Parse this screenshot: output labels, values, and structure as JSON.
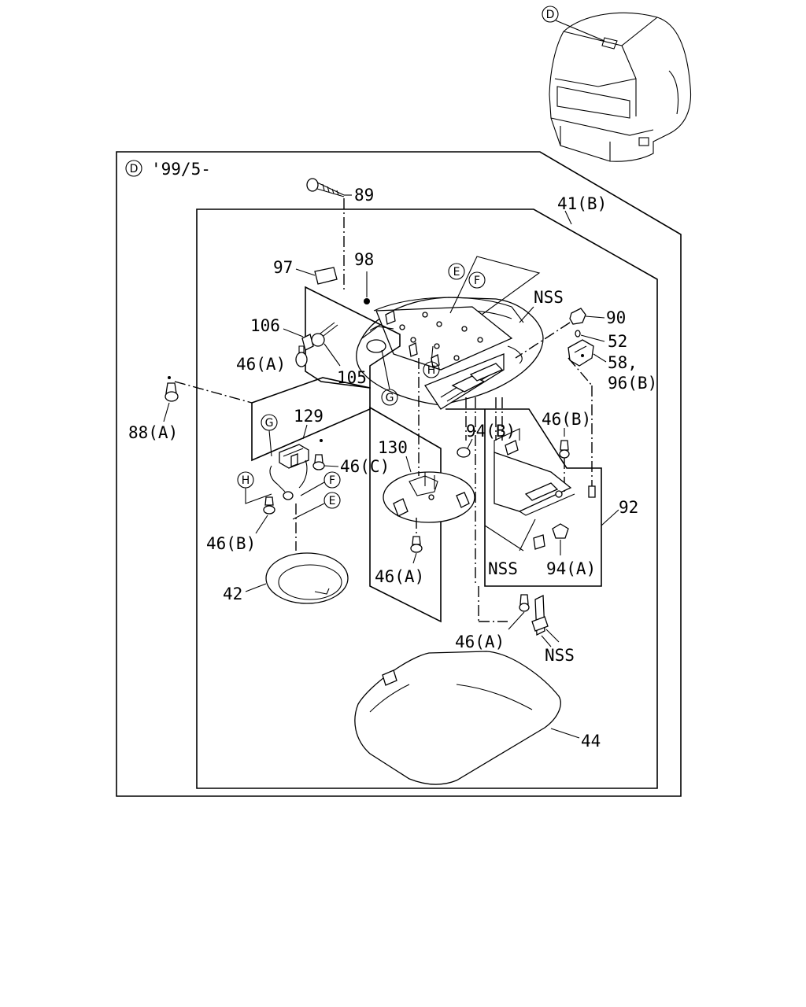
{
  "header": {
    "view_marker": "D",
    "effective_date": "'99/5-"
  },
  "callout_letters": {
    "E": "E",
    "F": "F",
    "G": "G",
    "H": "H"
  },
  "labels": {
    "p89": "89",
    "p41b": "41(B)",
    "p97": "97",
    "p98": "98",
    "nss_top": "NSS",
    "p90": "90",
    "p52": "52",
    "p58": "58,",
    "p96b": "96(B)",
    "p106": "106",
    "p46a_upper": "46(A)",
    "p105": "105",
    "p88a": "88(A)",
    "p129": "129",
    "p46c": "46(C)",
    "p130": "130",
    "p94b": "94(B)",
    "p46b_right": "46(B)",
    "p46b_left": "46(B)",
    "p92": "92",
    "nss_mid": "NSS",
    "p94a": "94(A)",
    "p46a_center": "46(A)",
    "p42": "42",
    "p46a_lower": "46(A)",
    "nss_low": "NSS",
    "p44": "44"
  }
}
